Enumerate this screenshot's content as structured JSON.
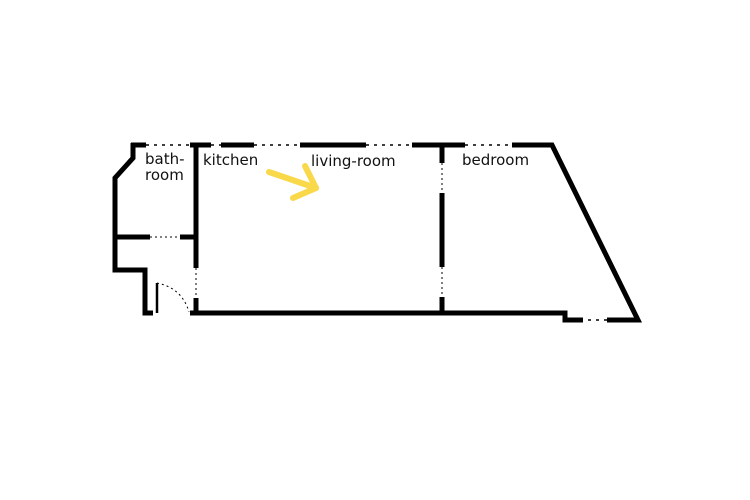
{
  "floor_plan": {
    "rooms": {
      "bathroom_line1": "bath-",
      "bathroom_line2": "room",
      "kitchen": "kitchen",
      "living_room": "living-room",
      "bedroom": "bedroom"
    },
    "arrow_color": "#f9d84a",
    "wall_color": "#000000"
  }
}
